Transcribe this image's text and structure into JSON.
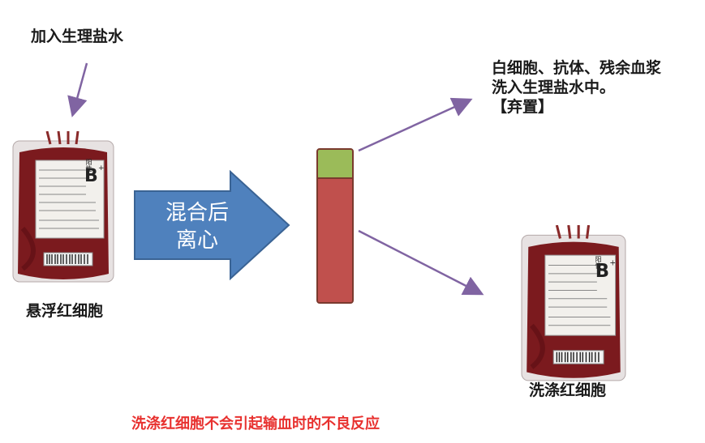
{
  "labels": {
    "add_saline": "加入生理盐水",
    "suspended_rbc": "悬浮红细胞",
    "centrifuge_line1": "混合后",
    "centrifuge_line2": "离心",
    "discard_line1": "白细胞、抗体、残余血浆",
    "discard_line2": "洗入生理盐水中。",
    "discard_line3": "【弃置】",
    "washed_rbc": "洗涤红细胞",
    "footnote": "洗涤红细胞不会引起输血时的不良反应"
  },
  "bag_tag": {
    "blood_type": "B",
    "rh_label": "阳性",
    "rh_sign": "+"
  },
  "colors": {
    "arrow_fill": "#4f81bd",
    "tube_top": "#9bbb59",
    "tube_bottom": "#c0504d",
    "pointer": "#8064a2",
    "footnote": "#e8312f",
    "blood": "#7b1a1e"
  }
}
